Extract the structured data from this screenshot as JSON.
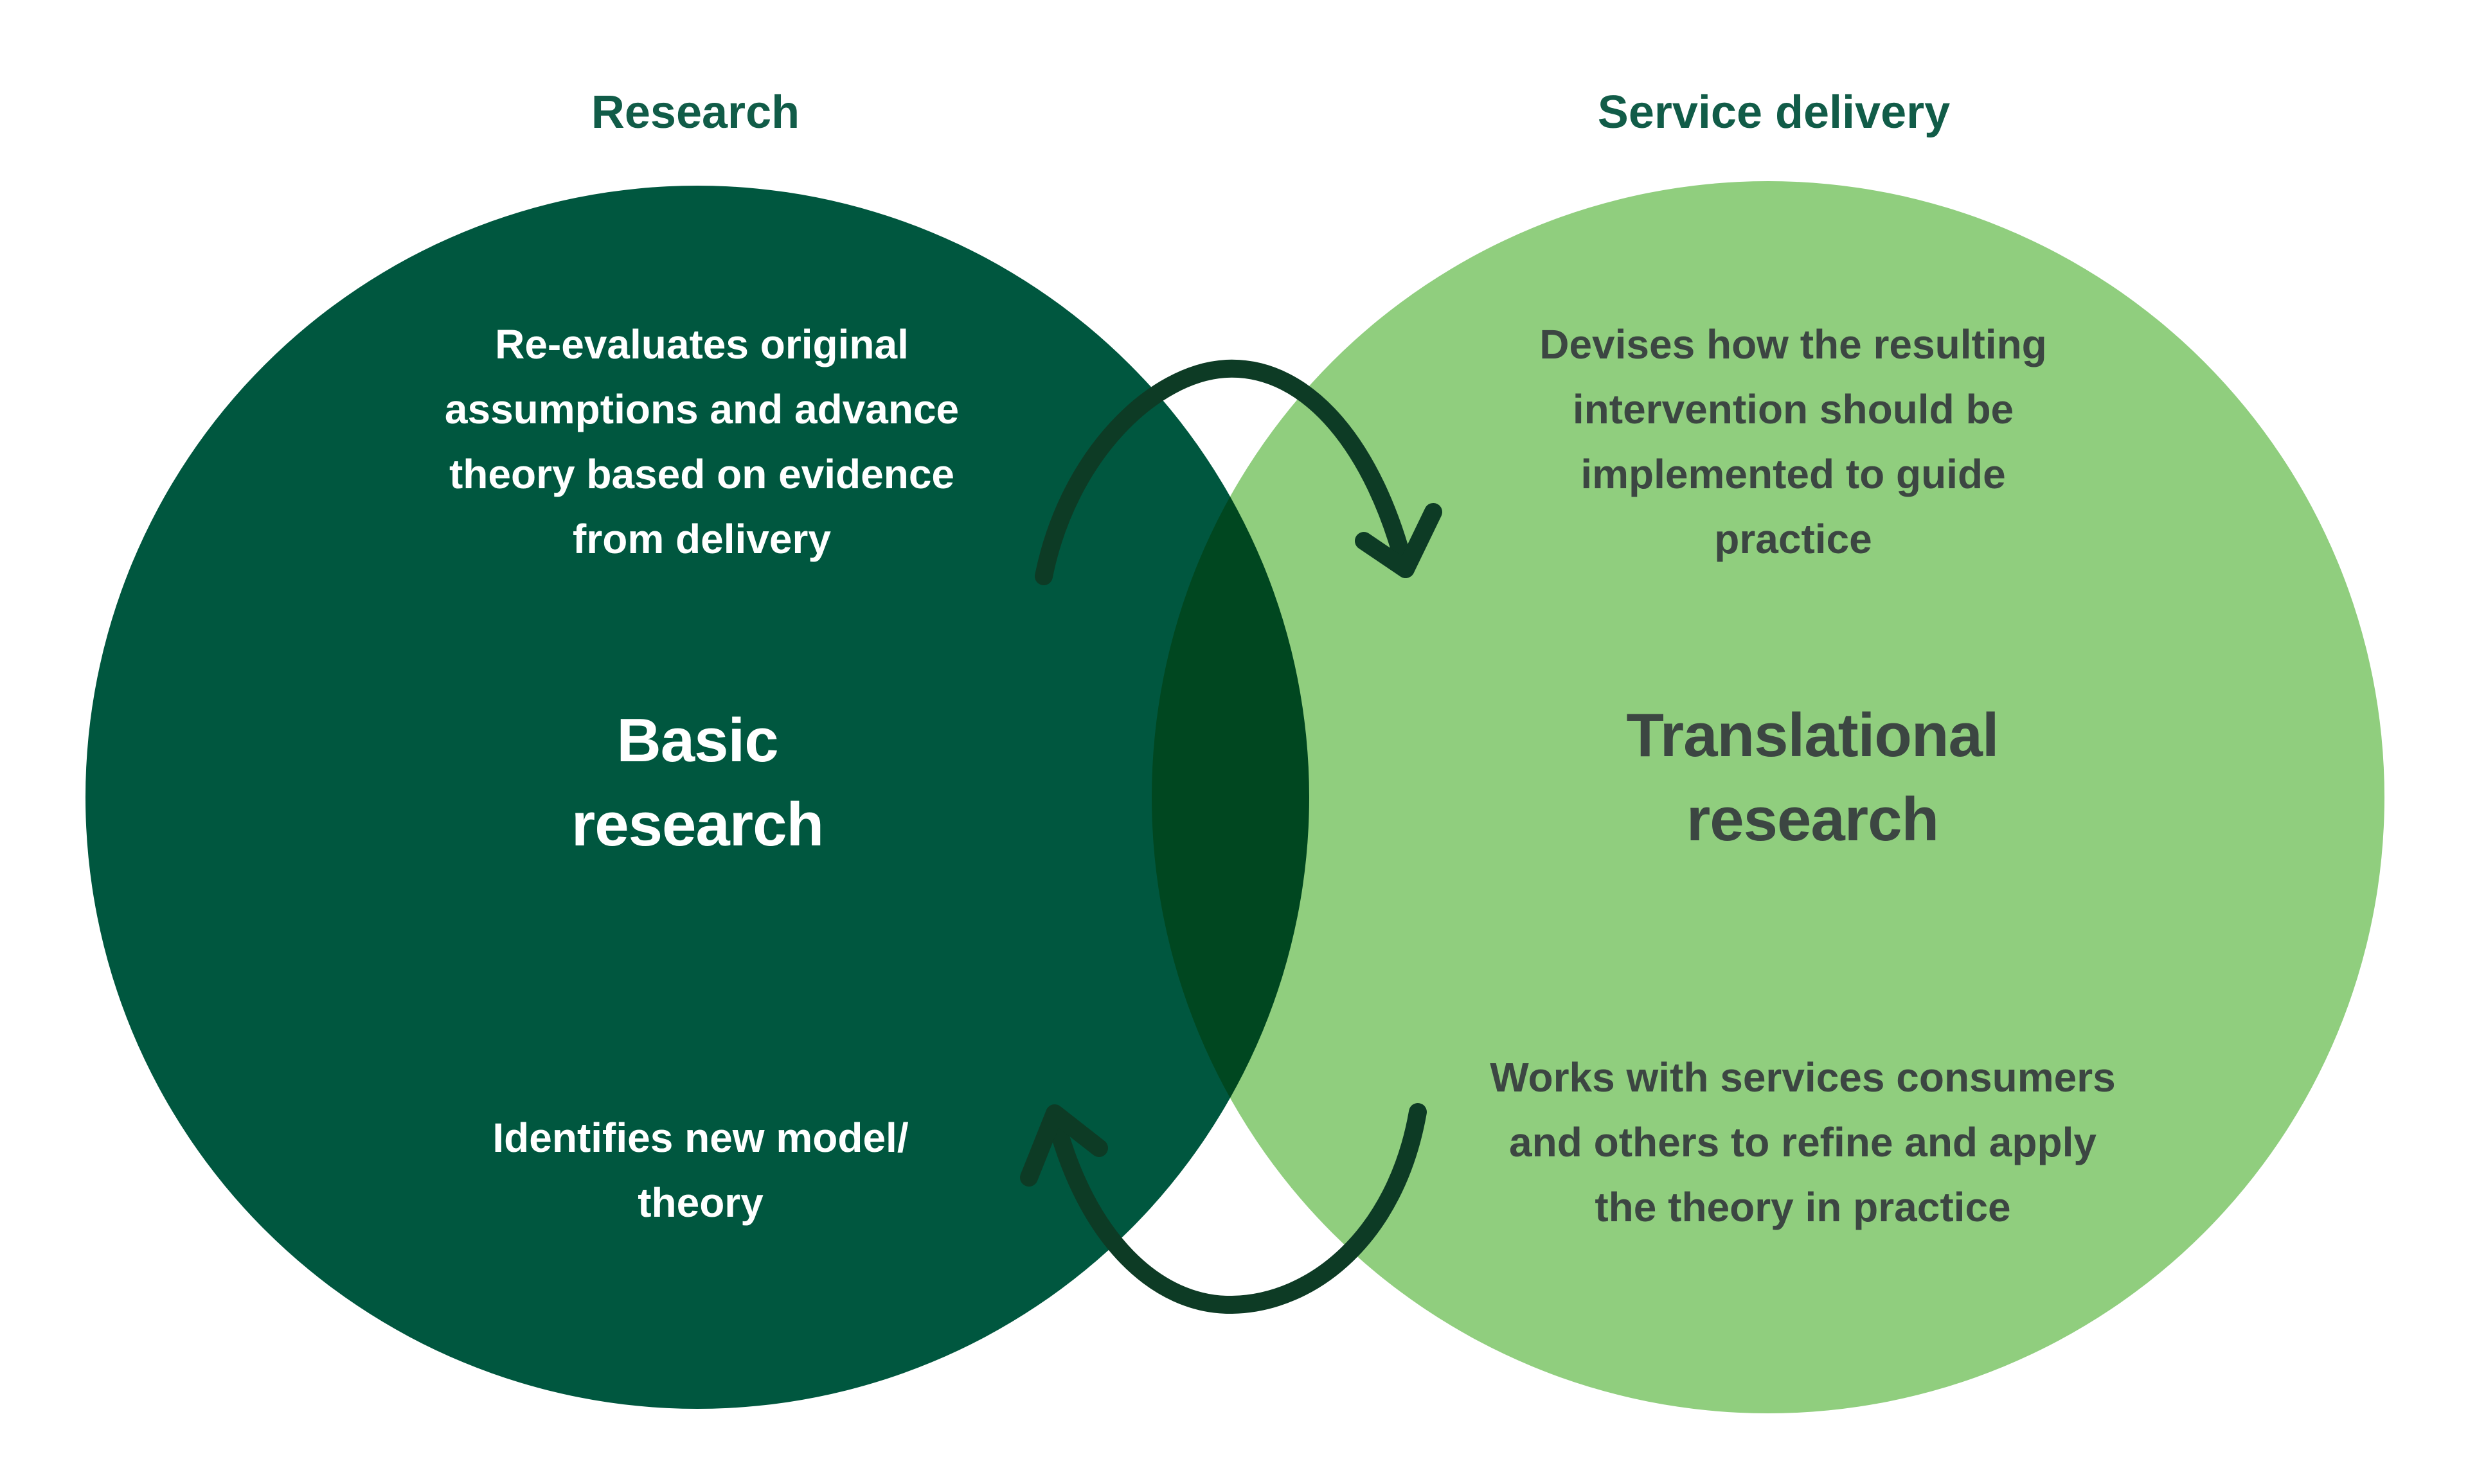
{
  "diagram": {
    "type": "venn-two-circles",
    "headers": {
      "left": "Research",
      "right": "Service delivery"
    },
    "left_circle": {
      "name": "Basic research",
      "top_lines": [
        "Re-evaluates original",
        "assumptions and advance",
        "theory based on evidence",
        "from delivery"
      ],
      "title_lines": [
        "Basic",
        "research"
      ],
      "bottom_lines": [
        "Identifies new model/",
        "theory"
      ]
    },
    "right_circle": {
      "name": "Translational research",
      "top_lines": [
        "Devises how the resulting",
        "intervention should be",
        "implemented to guide",
        "practice"
      ],
      "title_lines": [
        "Translational",
        "research"
      ],
      "bottom_lines": [
        "Works with services consumers",
        "and others to refine and apply",
        "the theory in practice"
      ]
    },
    "arrows": {
      "top": "from Basic research to Translational research",
      "bottom": "from Translational research to Basic research"
    },
    "colors": {
      "background": "#FFFFFF",
      "dark_circle": "#00573F",
      "light_circle": "#90CE7E",
      "overlap": "#00461F",
      "heading_text": "#115C48",
      "light_circle_text": "#3C4642",
      "dark_circle_text": "#FFFFFF",
      "arrow": "#0D3B25"
    }
  }
}
